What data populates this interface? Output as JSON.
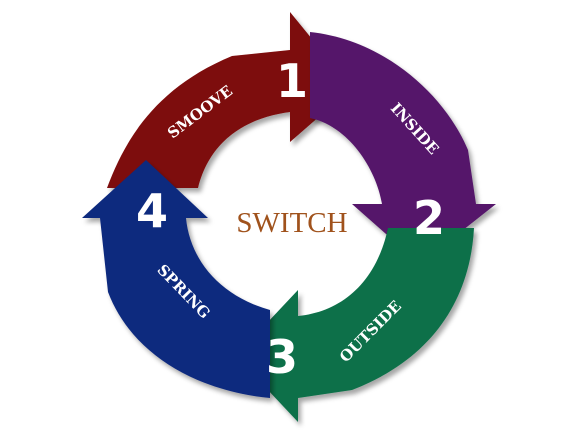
{
  "center_title": "SWITCH",
  "colors": {
    "center_text": "#a0521c",
    "segment_1": "#7d0808",
    "segment_2": "#55196b",
    "segment_3": "#0a6f48",
    "segment_4": "#10297e"
  },
  "segments": [
    {
      "number": "1",
      "label": "SMOOVE"
    },
    {
      "number": "2",
      "label": "INSIDE"
    },
    {
      "number": "3",
      "label": "OUTSIDE"
    },
    {
      "number": "4",
      "label": "SPRING"
    }
  ]
}
